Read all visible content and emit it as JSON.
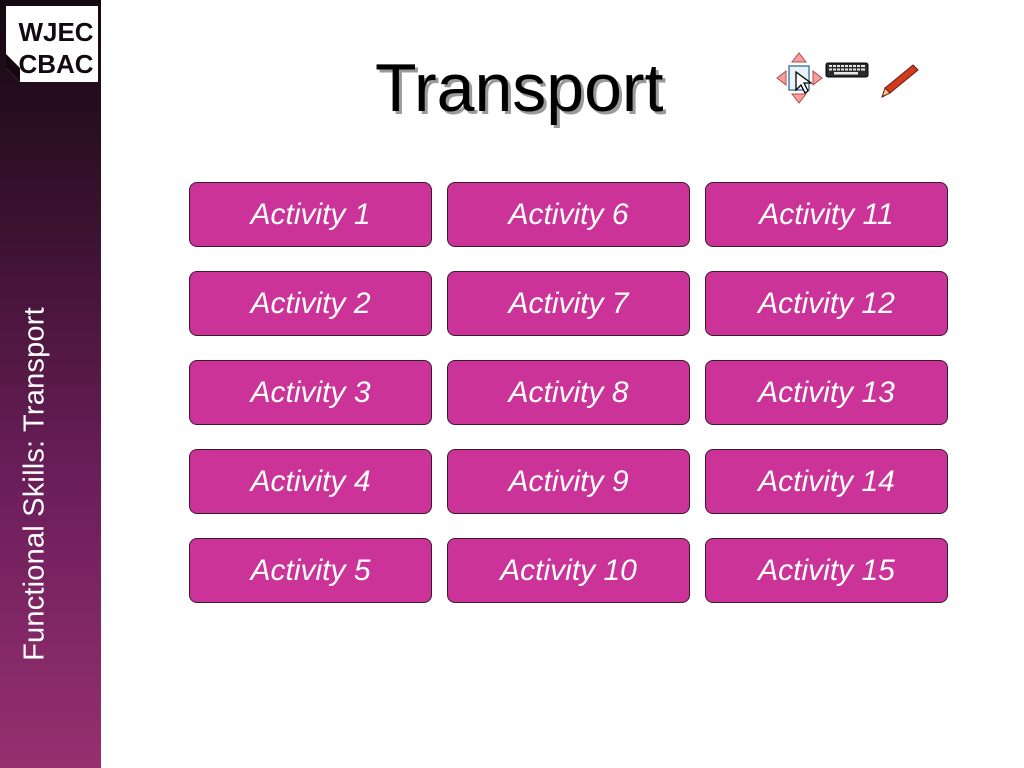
{
  "logo": {
    "line1": "WJEC",
    "line2": "CBAC"
  },
  "sidebar": {
    "caption": "Functional Skills: Transport"
  },
  "page": {
    "title": "Transport"
  },
  "icons": [
    "move-arrows-icon",
    "keyboard-icon",
    "pencil-icon"
  ],
  "colors": {
    "button_fill": "#cc3399",
    "button_border": "#3a1a30",
    "sidebar_top": "#140911",
    "sidebar_bottom": "#96306f"
  },
  "activities": [
    {
      "label": "Activity 1"
    },
    {
      "label": "Activity 6"
    },
    {
      "label": "Activity 11"
    },
    {
      "label": "Activity 2"
    },
    {
      "label": "Activity 7"
    },
    {
      "label": "Activity 12"
    },
    {
      "label": "Activity 3"
    },
    {
      "label": "Activity 8"
    },
    {
      "label": "Activity 13"
    },
    {
      "label": "Activity 4"
    },
    {
      "label": "Activity 9"
    },
    {
      "label": "Activity 14"
    },
    {
      "label": "Activity 5"
    },
    {
      "label": "Activity 10"
    },
    {
      "label": "Activity 15"
    }
  ]
}
